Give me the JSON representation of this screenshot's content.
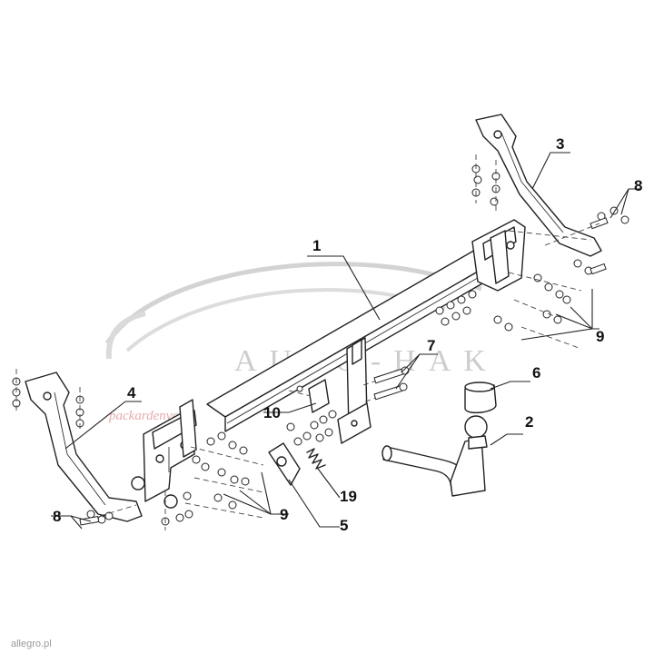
{
  "labels": {
    "p1": "1",
    "p2": "2",
    "p3": "3",
    "p4": "4",
    "p5": "5",
    "p6": "6",
    "p7": "7",
    "p8a": "8",
    "p8b": "8",
    "p9a": "9",
    "p9b": "9",
    "p10": "10",
    "p19": "19"
  },
  "watermark": {
    "brand": "AUTO-HAK",
    "sub": "packardenvord"
  },
  "footer": "allegro.pl"
}
